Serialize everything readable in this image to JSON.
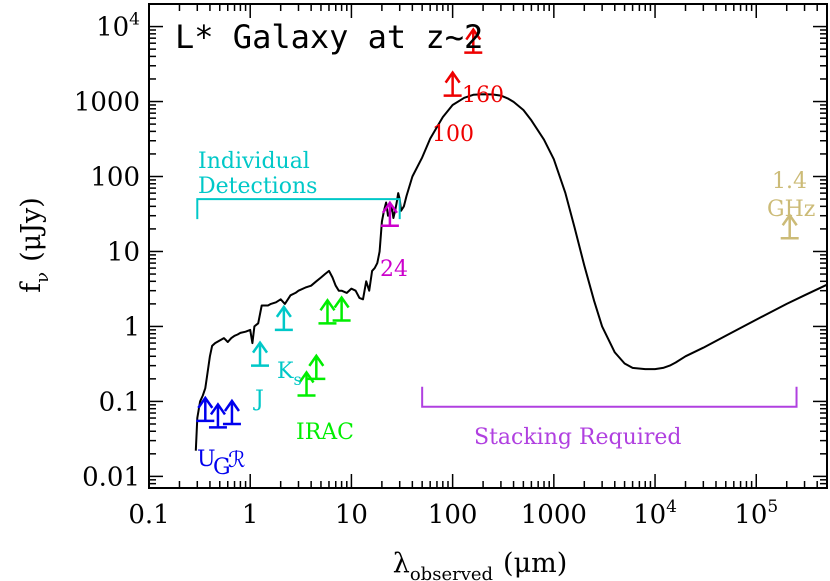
{
  "chart_data": {
    "type": "line",
    "title": "L* Galaxy at z~2",
    "xlabel": "λ",
    "xlabel_sub": "observed",
    "xlabel_unit": "(μm)",
    "ylabel": "f",
    "ylabel_sub": "ν",
    "ylabel_unit": "(μJy)",
    "xscale": "log",
    "yscale": "log",
    "xlim": [
      0.1,
      500000
    ],
    "ylim": [
      0.007,
      20000
    ],
    "grid": false,
    "x_ticks": [
      {
        "value": 0.1,
        "label": "0.1"
      },
      {
        "value": 1,
        "label": "1"
      },
      {
        "value": 10,
        "label": "10"
      },
      {
        "value": 100,
        "label": "100"
      },
      {
        "value": 1000,
        "label": "1000"
      },
      {
        "value": 10000,
        "label": "10",
        "sup": "4"
      },
      {
        "value": 100000,
        "label": "10",
        "sup": "5"
      }
    ],
    "y_ticks": [
      {
        "value": 0.01,
        "label": "0.01"
      },
      {
        "value": 0.1,
        "label": "0.1"
      },
      {
        "value": 1,
        "label": "1"
      },
      {
        "value": 10,
        "label": "10"
      },
      {
        "value": 100,
        "label": "100"
      },
      {
        "value": 1000,
        "label": "1000"
      },
      {
        "value": 10000,
        "label": "10",
        "sup": "4"
      }
    ],
    "sed_curve": {
      "x": [
        0.29,
        0.3,
        0.32,
        0.34,
        0.36,
        0.38,
        0.4,
        0.42,
        0.45,
        0.5,
        0.55,
        0.6,
        0.65,
        0.7,
        0.75,
        0.8,
        0.9,
        1.0,
        1.05,
        1.1,
        1.2,
        1.3,
        1.5,
        1.6,
        1.8,
        2.0,
        2.2,
        2.5,
        2.8,
        3.0,
        3.5,
        4.0,
        4.5,
        5.0,
        5.5,
        6.0,
        6.5,
        7.0,
        7.5,
        8.0,
        9.0,
        10.0,
        11.0,
        12.0,
        13.0,
        14.0,
        15.0,
        16.0,
        17.0,
        18.0,
        19.0,
        20.0,
        21.0,
        22.0,
        23.0,
        24.0,
        25.0,
        26.0,
        27.0,
        28.0,
        29.0,
        30.0,
        31.0,
        33.0,
        35.0,
        40.0,
        50.0,
        60.0,
        80.0,
        100.0,
        130.0,
        160.0,
        200.0,
        250.0,
        300.0,
        350.0,
        400.0,
        500.0,
        600.0,
        800.0,
        1000.0,
        1300.0,
        1600.0,
        2000.0,
        2500.0,
        3000.0,
        4000.0,
        5000.0,
        6000.0,
        8000.0,
        10000.0,
        12000.0,
        14000.0,
        16000.0,
        20000.0,
        30000.0,
        50000.0,
        80000.0,
        120000.0,
        200000.0,
        300000.0,
        500000.0
      ],
      "y": [
        0.022,
        0.06,
        0.1,
        0.12,
        0.15,
        0.25,
        0.4,
        0.55,
        0.6,
        0.65,
        0.7,
        0.62,
        0.7,
        0.75,
        0.78,
        0.82,
        0.85,
        0.9,
        0.6,
        1.0,
        1.1,
        1.9,
        1.9,
        2.0,
        2.1,
        2.3,
        2.0,
        2.6,
        2.8,
        3.0,
        3.3,
        3.5,
        4.0,
        4.5,
        5.0,
        5.5,
        4.5,
        3.5,
        3.0,
        3.0,
        2.8,
        3.2,
        3.0,
        2.4,
        2.3,
        4.0,
        3.0,
        5.5,
        6.0,
        7.0,
        10.0,
        25.0,
        35.0,
        45.0,
        30.0,
        33.0,
        40.0,
        28.0,
        35.0,
        45.0,
        60.0,
        50.0,
        35.0,
        40.0,
        55.0,
        100.0,
        180.0,
        320.0,
        620.0,
        900.0,
        1120.0,
        1230.0,
        1250.0,
        1240.0,
        1200.0,
        1100.0,
        990.0,
        770.0,
        560.0,
        310.0,
        170.0,
        60.0,
        21.0,
        6.5,
        2.2,
        1.0,
        0.45,
        0.32,
        0.28,
        0.27,
        0.27,
        0.28,
        0.3,
        0.33,
        0.4,
        0.52,
        0.75,
        1.05,
        1.4,
        2.0,
        2.6,
        3.6
      ]
    },
    "limit_arrows": [
      {
        "group": "UGR",
        "x": 0.36,
        "y": 0.055,
        "color": "#0000ee"
      },
      {
        "group": "UGR",
        "x": 0.48,
        "y": 0.045,
        "color": "#0000ee"
      },
      {
        "group": "UGR",
        "x": 0.66,
        "y": 0.05,
        "color": "#0000ee"
      },
      {
        "group": "J",
        "x": 1.25,
        "y": 0.3,
        "color": "#00c8c8"
      },
      {
        "group": "Ks",
        "x": 2.15,
        "y": 0.9,
        "color": "#00c8c8"
      },
      {
        "group": "IRAC",
        "x": 3.6,
        "y": 0.12,
        "color": "#00ee00"
      },
      {
        "group": "IRAC",
        "x": 4.5,
        "y": 0.2,
        "color": "#00ee00"
      },
      {
        "group": "IRAC",
        "x": 5.8,
        "y": 1.1,
        "color": "#00ee00"
      },
      {
        "group": "IRAC",
        "x": 8.0,
        "y": 1.2,
        "color": "#00ee00"
      },
      {
        "group": "24",
        "x": 24,
        "y": 22,
        "color": "#cc00cc"
      },
      {
        "group": "100",
        "x": 100,
        "y": 1200,
        "color": "#ee0000"
      },
      {
        "group": "160",
        "x": 160,
        "y": 4500,
        "color": "#ee0000"
      },
      {
        "group": "1.4 GHz",
        "x": 214000,
        "y": 15,
        "color": "#ccbb77"
      }
    ],
    "annotations": [
      {
        "text": "Individual",
        "color": "#00c8c8"
      },
      {
        "text": "Detections",
        "color": "#00c8c8"
      },
      {
        "text": "Stacking Required",
        "color": "#b040e0"
      },
      {
        "text": "100",
        "color": "#ee0000"
      },
      {
        "text": "160",
        "color": "#ee0000"
      },
      {
        "text": "24",
        "color": "#cc00cc"
      },
      {
        "text": "1.4",
        "color": "#ccbb77"
      },
      {
        "text": "GHz",
        "color": "#ccbb77"
      },
      {
        "text": "J",
        "color": "#00c8c8"
      },
      {
        "text": "K",
        "sub": "s",
        "color": "#00c8c8"
      },
      {
        "text": "IRAC",
        "color": "#00ee00"
      },
      {
        "text": "U",
        "color": "#0000ee"
      },
      {
        "text": "G",
        "color": "#0000ee"
      },
      {
        "text": "ℛ",
        "color": "#0000ee"
      }
    ],
    "brackets": [
      {
        "label": "Individual Detections",
        "x_range": [
          0.3,
          30
        ],
        "y": 50,
        "color": "#00c8c8",
        "ticks": "down"
      },
      {
        "label": "Stacking Required",
        "x_range": [
          50,
          250000
        ],
        "y": 0.085,
        "color": "#b040e0",
        "ticks": "up"
      }
    ]
  }
}
